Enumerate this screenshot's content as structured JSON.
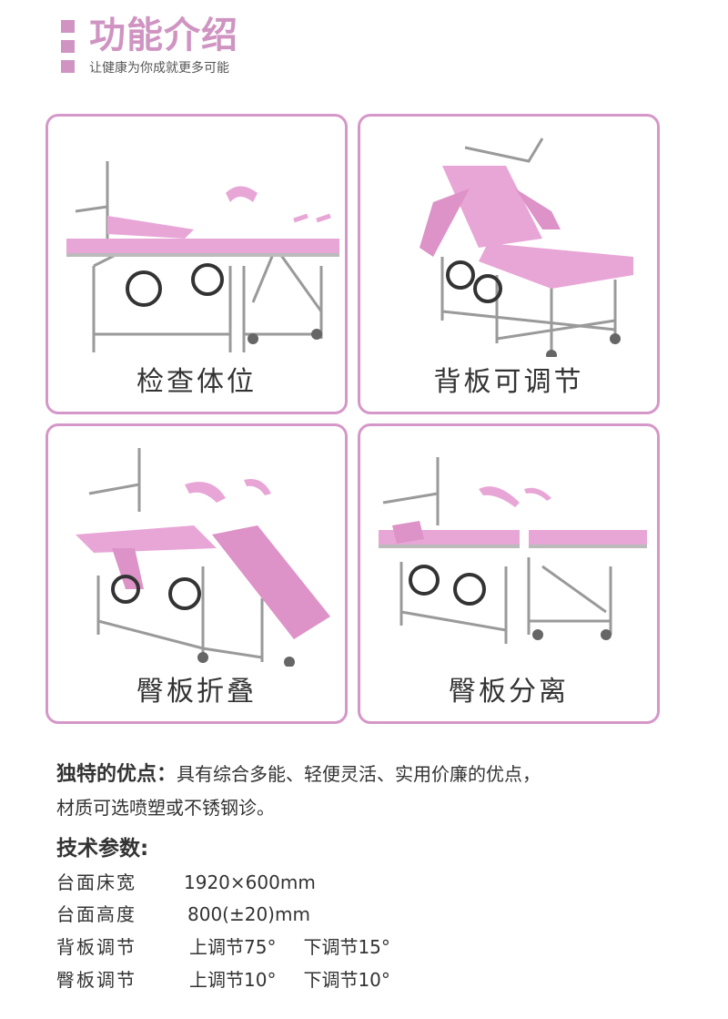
{
  "header": {
    "title": "功能介绍",
    "subtitle": "让健康为你成就更多可能",
    "accent_color": "#cf94c2"
  },
  "cards": [
    {
      "caption": "检查体位",
      "image": "gynecological-bed-exam-position"
    },
    {
      "caption": "背板可调节",
      "image": "gynecological-bed-backrest-raised"
    },
    {
      "caption": "臀板折叠",
      "image": "gynecological-bed-hip-board-folded"
    },
    {
      "caption": "臀板分离",
      "image": "gynecological-bed-hip-board-separated"
    }
  ],
  "features": {
    "label": "独特的优点：",
    "text": "具有综合多能、轻便灵活、实用价廉的优点，",
    "text2": "材质可选喷塑或不锈钢诊。"
  },
  "specs": {
    "title": "技术参数:",
    "rows": [
      {
        "key": "台面床宽",
        "value": "1920×600mm",
        "value2": ""
      },
      {
        "key": "台面高度",
        "value": "800(±20)mm",
        "value2": ""
      },
      {
        "key": "背板调节",
        "value": "上调节75°",
        "value2": "下调节15°"
      },
      {
        "key": "臀板调节",
        "value": "上调节10°",
        "value2": "下调节10°"
      }
    ]
  }
}
